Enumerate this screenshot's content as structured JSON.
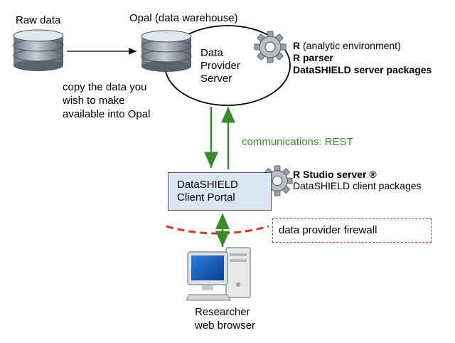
{
  "nodes": {
    "raw_data": {
      "label": "Raw data"
    },
    "opal": {
      "label": "Opal (data warehouse)"
    },
    "data_provider_server": {
      "lines": [
        "Data",
        "Provider",
        "Server"
      ]
    },
    "client_portal": {
      "lines": [
        "DataSHIELD",
        "Client Portal"
      ]
    },
    "researcher": {
      "lines": [
        "Researcher",
        "web browser"
      ]
    }
  },
  "annotations": {
    "copy_note": [
      "copy the data you",
      "wish to make",
      "available into Opal"
    ],
    "communications": "communications: REST",
    "firewall": "data provider firewall"
  },
  "server_software": {
    "r": {
      "bold": "R",
      "rest": " (analytic environment)"
    },
    "r_parser": "R parser",
    "server_packages": "DataSHIELD server packages"
  },
  "client_software": {
    "rstudio": "R Studio server ®",
    "client_packages": "DataSHIELD client packages"
  },
  "colors": {
    "arrow_green": "#3d8a2e",
    "firewall_red": "#e03030",
    "portal_fill": "#dbe6f4"
  },
  "icons": [
    "database-icon",
    "gear-icon",
    "computer-icon"
  ]
}
